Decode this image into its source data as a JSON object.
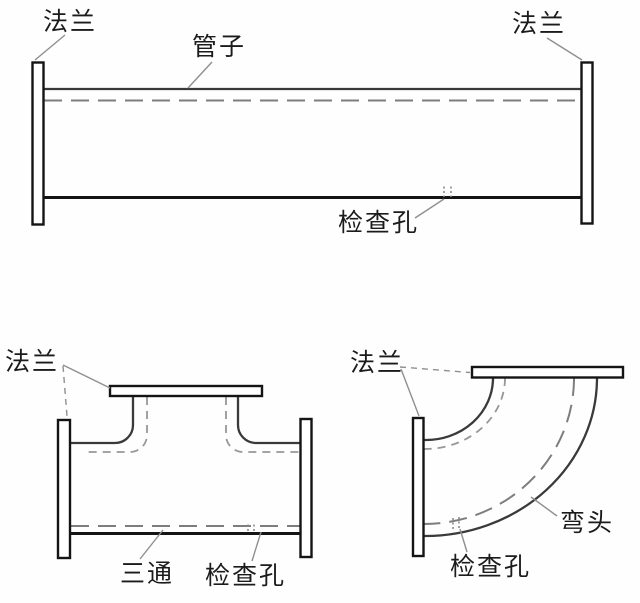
{
  "drawing_title": "pipe-fittings-technical-diagram",
  "colors": {
    "background": "#fefefe",
    "heavy_line": "#141414",
    "outline": "#3a3a3a",
    "dashed_inner_wall": "#979797",
    "dashed_centerline": "#7d7d7d",
    "leader_line": "#8f8f8f",
    "label_text": "#1b1b1b"
  },
  "figures": {
    "straight_pipe": {
      "labels": {
        "flange_left": "法兰",
        "pipe": "管子",
        "flange_right": "法兰",
        "inspection_hole": "检查孔"
      }
    },
    "tee": {
      "labels": {
        "flange": "法兰",
        "tee": "三通",
        "inspection_hole": "检查孔"
      }
    },
    "elbow": {
      "labels": {
        "flange": "法兰",
        "elbow": "弯头",
        "inspection_hole": "检查孔"
      }
    }
  }
}
